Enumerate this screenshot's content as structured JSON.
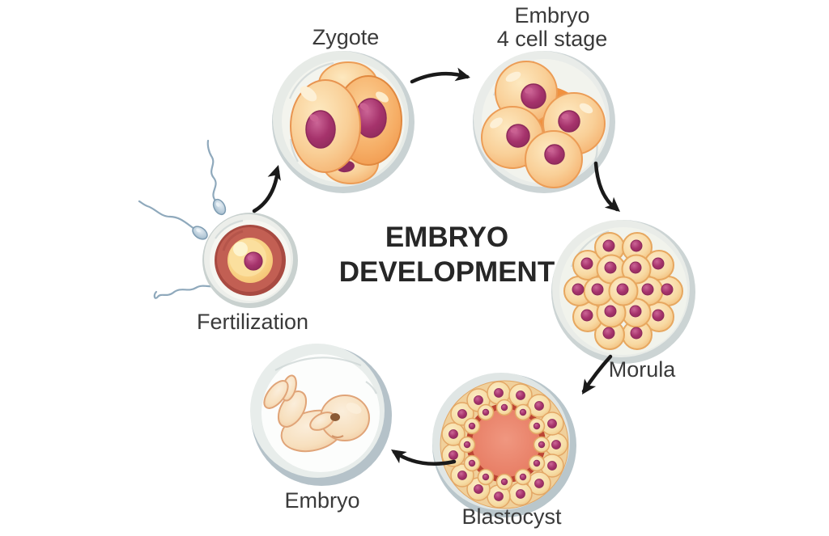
{
  "title": {
    "line1": "EMBRYO",
    "line2": "DEVELOPMENT"
  },
  "stages": [
    {
      "id": "fertilization",
      "label": "Fertilization"
    },
    {
      "id": "zygote",
      "label": "Zygote"
    },
    {
      "id": "four-cell",
      "label_line1": "Embryo",
      "label_line2": "4 cell stage"
    },
    {
      "id": "morula",
      "label": "Morula"
    },
    {
      "id": "blastocyst",
      "label": "Blastocyst"
    },
    {
      "id": "embryo",
      "label": "Embryo"
    }
  ],
  "colors": {
    "cell_body": "#f9cf97",
    "cell_outline": "#ec9c55",
    "nucleus": "#a6336c",
    "egg_red_ring": "#c25f53",
    "blastocyst_cavity": "#e87f66",
    "shell_gray": "#ccd4d4",
    "sperm_blue": "#9db6c9",
    "fetus_skin": "#f7dfbd",
    "arrow": "#1a1a1a",
    "title_text": "#272727",
    "label_text": "#3a3a3a"
  }
}
